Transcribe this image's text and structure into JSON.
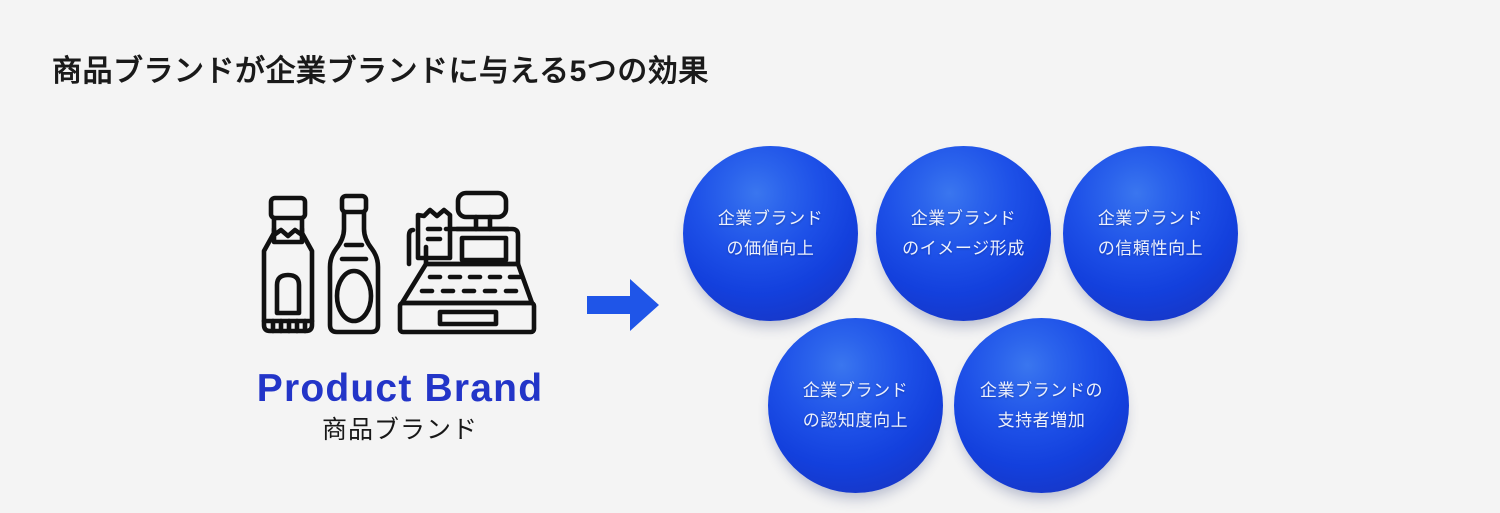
{
  "slide": {
    "title": "商品ブランドが企業ブランドに与える5つの効果",
    "background_color": "#f4f4f4"
  },
  "left_block": {
    "icon_name": "product-bottles-cash-register-icon",
    "label_en": "Product Brand",
    "label_ja": "商品ブランド",
    "label_en_color": "#2335c8",
    "label_ja_color": "#181818"
  },
  "arrow": {
    "icon_name": "arrow-right-icon",
    "color": "#1f55e8",
    "direction": "right"
  },
  "circles": [
    {
      "id": "value-up",
      "line1": "企業ブランド",
      "line2": "の価値向上",
      "text": "企業ブランド\nの価値向上"
    },
    {
      "id": "image-forming",
      "line1": "企業ブランド",
      "line2": "のイメージ形成",
      "text": "企業ブランド\nのイメージ形成"
    },
    {
      "id": "trust-up",
      "line1": "企業ブランド",
      "line2": "の信頼性向上",
      "text": "企業ブランド\nの信頼性向上"
    },
    {
      "id": "awareness-up",
      "line1": "企業ブランド",
      "line2": "の認知度向上",
      "text": "企業ブランド\nの認知度向上"
    },
    {
      "id": "supporters-up",
      "line1": "企業ブランドの",
      "line2": "支持者増加",
      "text": "企業ブランドの\n支持者増加"
    }
  ],
  "colors": {
    "circle_light": "#3a76ef",
    "circle_dark": "#1c33ae",
    "circle_text": "#eef2fd",
    "title_text": "#1a1a1a",
    "accent_blue": "#2335c8"
  }
}
